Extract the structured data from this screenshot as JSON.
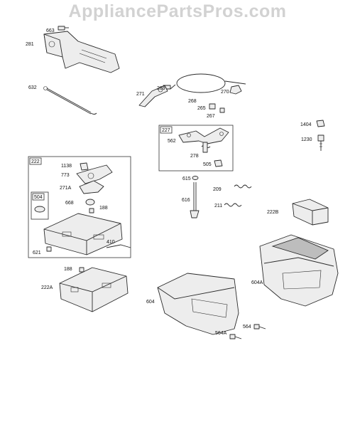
{
  "watermark": "AppliancePartsPros.com",
  "group_tags": {
    "g227": "227",
    "g222": "222",
    "g504": "504"
  },
  "labels": {
    "p663": "663",
    "p281": "281",
    "p632": "632",
    "p271": "271",
    "p269": "269",
    "p268": "268",
    "p265": "265",
    "p270": "270",
    "p267": "267",
    "p1404": "1404",
    "p1230": "1230",
    "p562": "562",
    "p278": "278",
    "p505": "505",
    "p1138": "1138",
    "p773": "773",
    "p271A": "271A",
    "p668": "668",
    "p188a": "188",
    "p410": "410",
    "p621": "621",
    "p615": "615",
    "p616": "616",
    "p209": "209",
    "p211": "211",
    "p222B": "222B",
    "p188b": "188",
    "p222A": "222A",
    "p604": "604",
    "p604A": "604A",
    "p564": "564",
    "p564A": "564A"
  }
}
